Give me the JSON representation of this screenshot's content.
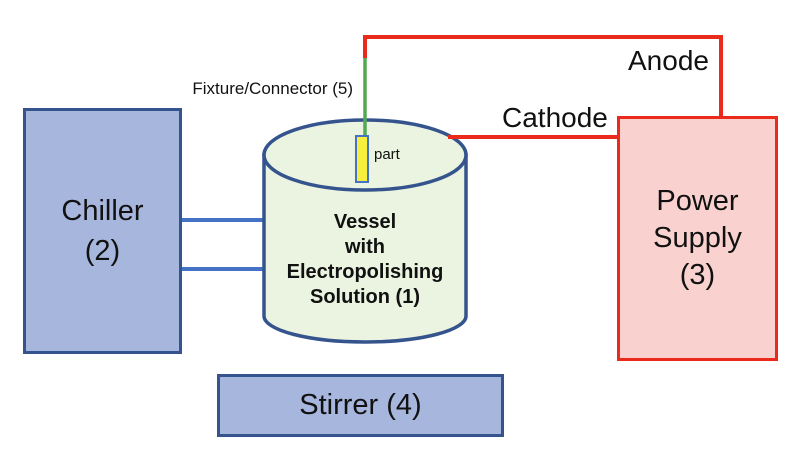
{
  "colors": {
    "blue-fill": "#a7b6dd",
    "blue-border": "#35548e",
    "line-blue": "#4472c4",
    "vessel-fill": "#eaf4e0",
    "pink-fill": "#f9d2d0",
    "red": "#ea2a1b",
    "green": "#53a855",
    "yellow": "#f7ee3e",
    "part-border": "#4472c4",
    "text": "#111111"
  },
  "components": {
    "chiller": {
      "lines": [
        "Chiller",
        "(2)"
      ]
    },
    "vessel": {
      "lines": [
        "Vessel",
        "with",
        "Electropolishing",
        "Solution (1)"
      ]
    },
    "power_supply": {
      "lines": [
        "Power",
        "Supply",
        "(3)"
      ]
    },
    "stirrer": {
      "label": "Stirrer (4)"
    },
    "part": {
      "label": "part"
    },
    "fixture_connector": {
      "label": "Fixture/Connector (5)"
    }
  },
  "wires": {
    "anode_label": "Anode",
    "cathode_label": "Cathode"
  }
}
